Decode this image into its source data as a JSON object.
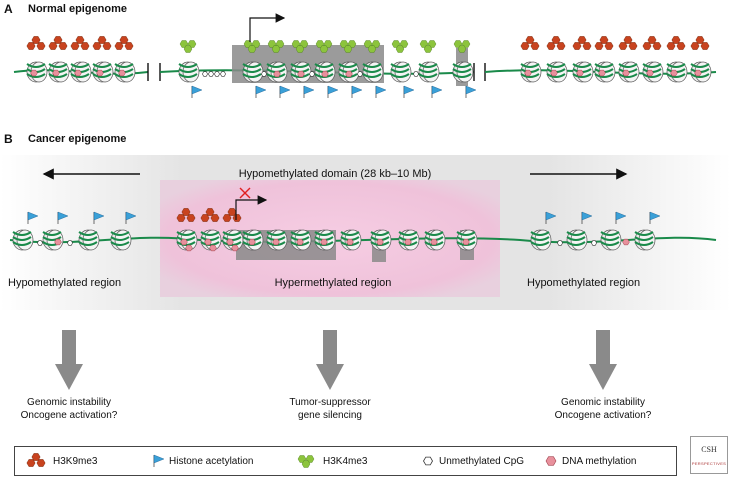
{
  "panel_a": {
    "letter": "A",
    "title": "Normal epigenome"
  },
  "panel_b": {
    "letter": "B",
    "title": "Cancer epigenome",
    "domain_label": "Hypomethylated domain (28 kb–10 Mb)",
    "left_region": "Hypomethylated region",
    "center_region": "Hypermethylated region",
    "right_region": "Hypomethylated region"
  },
  "outcomes": [
    {
      "line1": "Genomic instability",
      "line2": "Oncogene activation?"
    },
    {
      "line1": "Tumor-suppressor",
      "line2": "gene silencing"
    },
    {
      "line1": "Genomic instability",
      "line2": "Oncogene activation?"
    }
  ],
  "legend": {
    "items": [
      {
        "label": "H3K9me3",
        "icon": "h3k9me3-icon"
      },
      {
        "label": "Histone acetylation",
        "icon": "acetylation-flag-icon"
      },
      {
        "label": "H3K4me3",
        "icon": "h3k4me3-icon"
      },
      {
        "label": "Unmethylated CpG",
        "icon": "unmethylated-cpg-icon"
      },
      {
        "label": "DNA methylation",
        "icon": "dna-methylation-icon"
      }
    ]
  },
  "colors": {
    "h3k9": "#c8431f",
    "h3k4": "#8cc43c",
    "acetyl": "#3aa0d8",
    "methyl": "#e8909c",
    "dna": "#1a8a4a",
    "pink_domain": "#f2c4dc",
    "grey_box": "#8a8a8a"
  },
  "logo": {
    "text": "CSH",
    "sub": "PERSPECTIVES"
  }
}
